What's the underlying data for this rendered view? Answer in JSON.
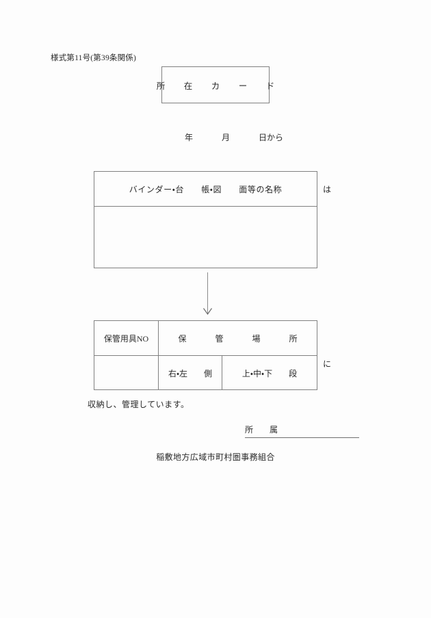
{
  "document": {
    "form_number": "様式第11号(第39条関係)",
    "title": "所　在　カ　ー　ド",
    "date_line": {
      "year_label": "年",
      "month_label": "月",
      "day_label": "日から"
    },
    "table_binder": {
      "header": "バインダー・台　　帳・図　　面等の名称",
      "entry_value": "",
      "trailing_particle": "は"
    },
    "flow_arrow": "down-arrow",
    "table_storage": {
      "col_equipment_no_header": "保管用具NO",
      "col_storage_place_header": "保　　管　　場　　所",
      "equipment_no_value": "",
      "side_label": "右・左　　側",
      "level_label": "上・中・下　　段",
      "trailing_particle": "に"
    },
    "closing_sentence": "収納し、管理しています。",
    "affiliation": {
      "label": "所　属",
      "value": ""
    },
    "organization": "稲敷地方広域市町村圏事務組合"
  }
}
